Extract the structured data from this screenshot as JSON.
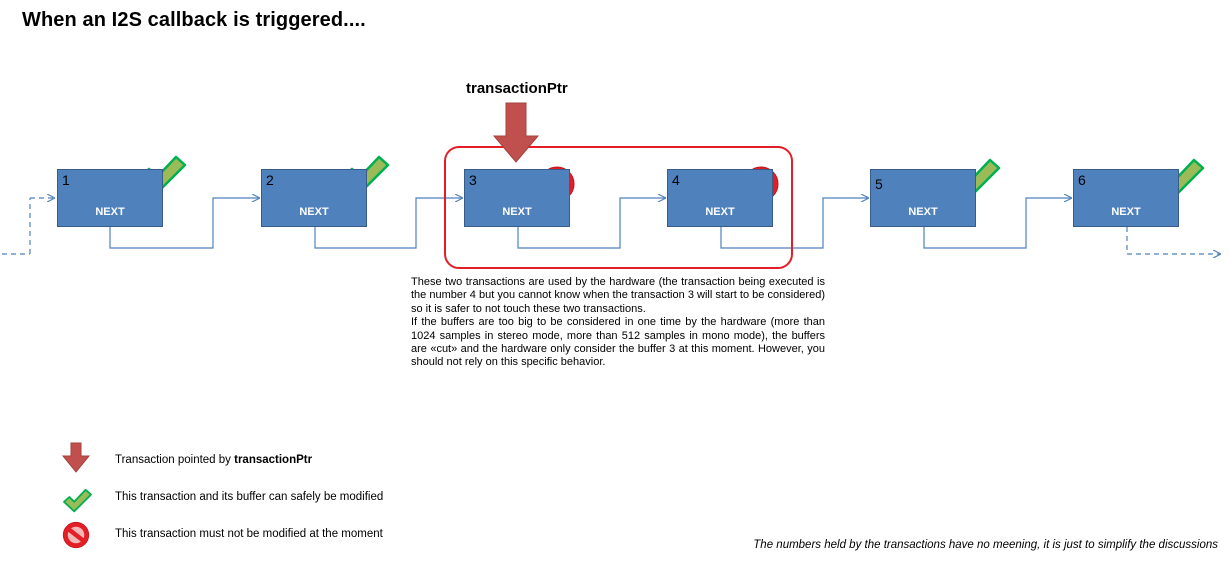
{
  "title": "When an I2S callback is triggered....",
  "pointer_label": "transactionPtr",
  "transactions": [
    {
      "number": "1",
      "next_label": "NEXT",
      "status": "modifiable"
    },
    {
      "number": "2",
      "next_label": "NEXT",
      "status": "modifiable"
    },
    {
      "number": "3",
      "next_label": "NEXT",
      "status": "in-use"
    },
    {
      "number": "4",
      "next_label": "NEXT",
      "status": "in-use"
    },
    {
      "number": "5",
      "next_label": "NEXT",
      "status": "modifiable"
    },
    {
      "number": "6",
      "next_label": "NEXT",
      "status": "modifiable"
    }
  ],
  "explanation": {
    "paragraph1": "These two transactions are used by the hardware (the transaction being executed is the number 4 but you cannot know when the transaction 3 will start to be considered) so it is safer to not touch these two transactions.",
    "paragraph2": "If the buffers are too big to be considered in one time by the hardware (more than 1024 samples in stereo mode, more than 512 samples in mono mode), the buffers are «cut» and the hardware only consider the buffer 3 at this moment. However, you should not rely on this specific behavior."
  },
  "legend": {
    "pointer_text": "Transaction pointed by ",
    "pointer_bold": "transactionPtr",
    "check_text": "This transaction and its buffer can safely be modified",
    "forbidden_text": "This transaction must not be modified at the moment"
  },
  "footnote": "The numbers held by the transactions have no meening, it is just to simplify the discussions",
  "colors": {
    "box_fill": "#4f81bd",
    "box_border": "#385d8a",
    "link_line": "#4f81bd",
    "highlight_frame": "#e41e26",
    "pointer_arrow": "#c0504d",
    "check_fill": "#9bbb59",
    "check_border": "#00b050",
    "forbidden": "#e41e26"
  },
  "icons": [
    "down-arrow-icon",
    "checkmark-icon",
    "forbidden-icon"
  ]
}
